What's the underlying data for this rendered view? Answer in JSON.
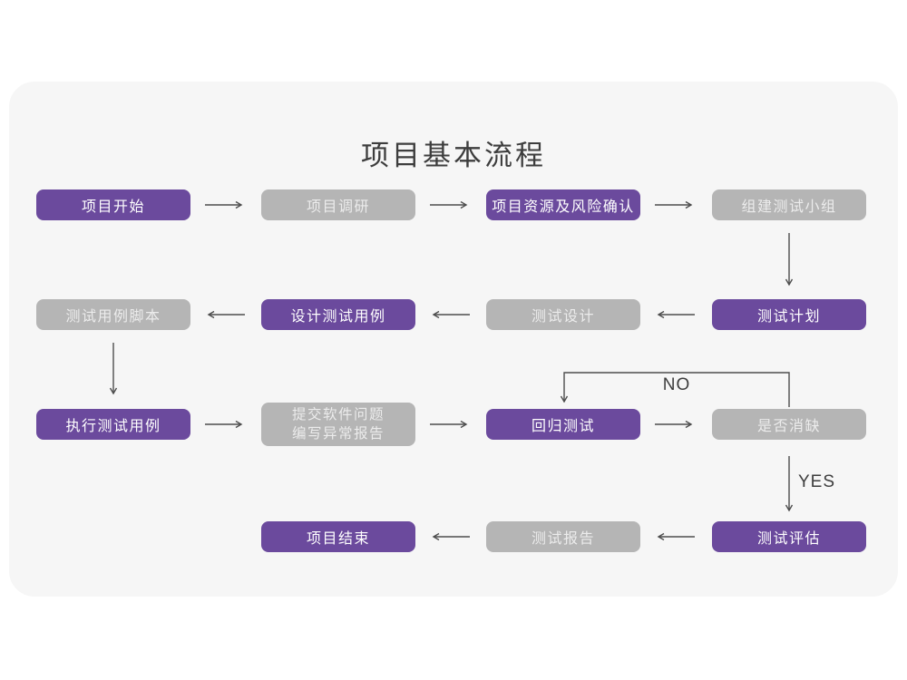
{
  "title": "项目基本流程",
  "colors": {
    "purple": "#6B4A9D",
    "gray": "#B5B5B5",
    "arrow": "#4D4D4D",
    "card_background": "#F6F6F6",
    "page_background": "#FFFFFF",
    "text_on_purple": "#FFFFFF",
    "text_on_gray": "#ECECEC",
    "title_color": "#3D3D3D"
  },
  "nodes": [
    {
      "id": "project-start",
      "label": "项目开始",
      "variant": "purple"
    },
    {
      "id": "project-research",
      "label": "项目调研",
      "variant": "gray"
    },
    {
      "id": "project-resources-risk",
      "label": "项目资源及风险确认",
      "variant": "purple"
    },
    {
      "id": "build-test-team",
      "label": "组建测试小组",
      "variant": "gray"
    },
    {
      "id": "test-case-script",
      "label": "测试用例脚本",
      "variant": "gray"
    },
    {
      "id": "design-test-case",
      "label": "设计测试用例",
      "variant": "purple"
    },
    {
      "id": "test-design",
      "label": "测试设计",
      "variant": "gray"
    },
    {
      "id": "test-plan",
      "label": "测试计划",
      "variant": "purple"
    },
    {
      "id": "execute-test-case",
      "label": "执行测试用例",
      "variant": "purple"
    },
    {
      "id": "submit-issue-report",
      "label_line1": "提交软件问题",
      "label_line2": "编写异常报告",
      "variant": "gray"
    },
    {
      "id": "regression-test",
      "label": "回归测试",
      "variant": "purple"
    },
    {
      "id": "defect-cleared",
      "label": "是否消缺",
      "variant": "gray"
    },
    {
      "id": "project-end",
      "label": "项目结束",
      "variant": "purple"
    },
    {
      "id": "test-report",
      "label": "测试报告",
      "variant": "gray"
    },
    {
      "id": "test-evaluation",
      "label": "测试评估",
      "variant": "purple"
    }
  ],
  "edge_labels": {
    "no": "NO",
    "yes": "YES"
  },
  "edges": [
    {
      "from": "project-start",
      "to": "project-research"
    },
    {
      "from": "project-research",
      "to": "project-resources-risk"
    },
    {
      "from": "project-resources-risk",
      "to": "build-test-team"
    },
    {
      "from": "build-test-team",
      "to": "test-plan"
    },
    {
      "from": "test-plan",
      "to": "test-design"
    },
    {
      "from": "test-design",
      "to": "design-test-case"
    },
    {
      "from": "design-test-case",
      "to": "test-case-script"
    },
    {
      "from": "test-case-script",
      "to": "execute-test-case"
    },
    {
      "from": "execute-test-case",
      "to": "submit-issue-report"
    },
    {
      "from": "submit-issue-report",
      "to": "regression-test"
    },
    {
      "from": "regression-test",
      "to": "defect-cleared"
    },
    {
      "from": "defect-cleared",
      "to": "regression-test",
      "label": "NO"
    },
    {
      "from": "defect-cleared",
      "to": "test-evaluation",
      "label": "YES"
    },
    {
      "from": "test-evaluation",
      "to": "test-report"
    },
    {
      "from": "test-report",
      "to": "project-end"
    }
  ]
}
